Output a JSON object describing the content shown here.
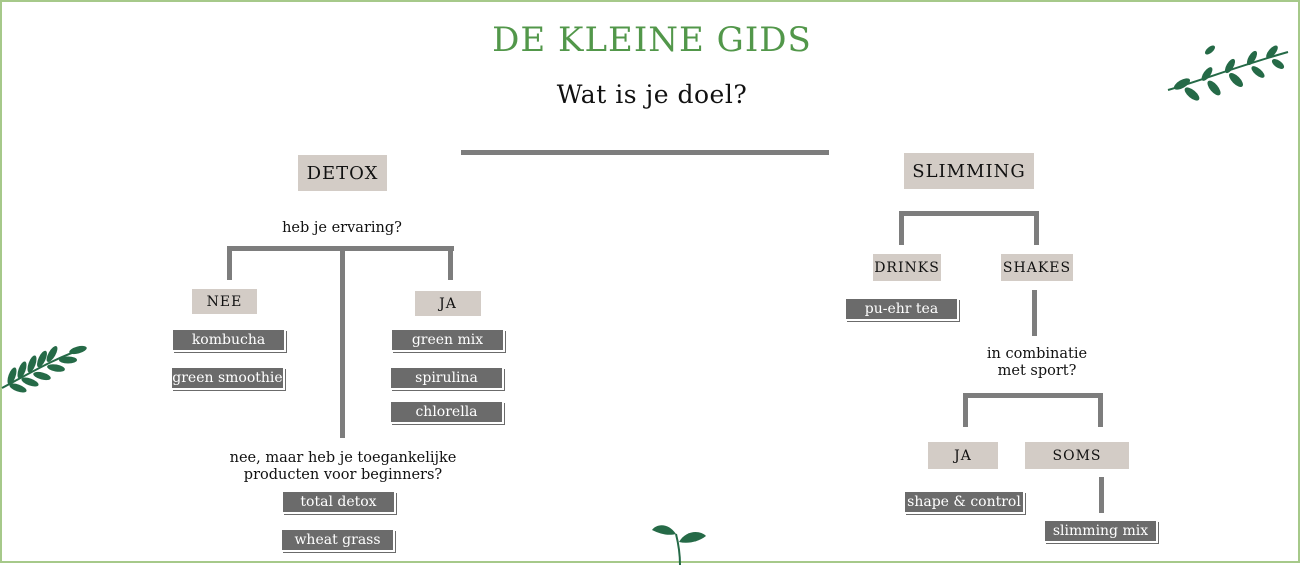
{
  "header": {
    "title": "DE KLEINE GIDS",
    "subtitle": "Wat is je doel?"
  },
  "detox": {
    "label": "DETOX",
    "question": "heb je ervaring?",
    "no": {
      "label": "NEE",
      "items": [
        "kombucha",
        "green smoothie"
      ]
    },
    "yes": {
      "label": "JA",
      "items": [
        "green mix",
        "spirulina",
        "chlorella"
      ]
    },
    "beginner": {
      "question_line1": "nee, maar heb je toegankelijke",
      "question_line2": "producten voor beginners?",
      "items": [
        "total detox",
        "wheat grass"
      ]
    }
  },
  "slimming": {
    "label": "SLIMMING",
    "drinks": {
      "label": "DRINKS",
      "items": [
        "pu-ehr tea"
      ]
    },
    "shakes": {
      "label": "SHAKES",
      "question_line1": "in combinatie",
      "question_line2": "met sport?",
      "yes": {
        "label": "JA",
        "items": [
          "shape & control"
        ]
      },
      "sometimes": {
        "label": "SOMS",
        "items": [
          "slimming mix"
        ]
      }
    }
  },
  "colors": {
    "title_green": "#52974a",
    "category_bg": "#d3ccc6",
    "option_bg": "#6b6b6b",
    "connector": "#7d7d7d",
    "leaf_green": "#256a47",
    "frame": "#a6c98a"
  },
  "icons": [
    "leaf-branch-icon",
    "leaf-branch-icon",
    "sprout-icon"
  ]
}
